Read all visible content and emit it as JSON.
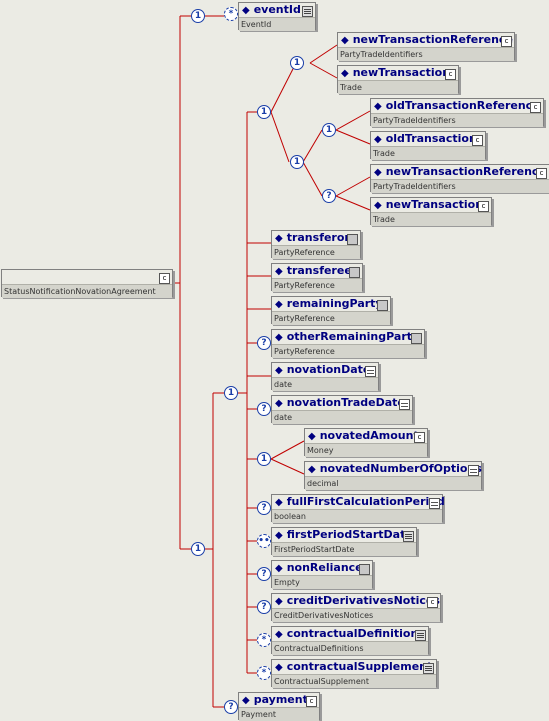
{
  "root": {
    "name": "StatusNotificationNovationAgreement",
    "badge": "c"
  },
  "connectors": {
    "seq": "1",
    "choice": "?",
    "all": "*",
    "opt_range": "0..",
    "dots": "••"
  },
  "nodes": [
    {
      "key": "eventId",
      "name": "eventId",
      "type": "EventId",
      "badge": "lines"
    },
    {
      "key": "newTransactionReference_a",
      "name": "newTransactionReference",
      "type": "PartyTradeIdentifiers",
      "badge": "c"
    },
    {
      "key": "newTransaction_a",
      "name": "newTransaction",
      "type": "Trade",
      "badge": "c"
    },
    {
      "key": "oldTransactionReference",
      "name": "oldTransactionReference",
      "type": "PartyTradeIdentifiers",
      "badge": "c"
    },
    {
      "key": "oldTransaction",
      "name": "oldTransaction",
      "type": "Trade",
      "badge": "c"
    },
    {
      "key": "newTransactionReference_b",
      "name": "newTransactionReference",
      "type": "PartyTradeIdentifiers",
      "badge": "c"
    },
    {
      "key": "newTransaction_b",
      "name": "newTransaction",
      "type": "Trade",
      "badge": "c"
    },
    {
      "key": "transferor",
      "name": "transferor",
      "type": "PartyReference",
      "badge": "simple"
    },
    {
      "key": "transferee",
      "name": "transferee",
      "type": "PartyReference",
      "badge": "simple"
    },
    {
      "key": "remainingParty",
      "name": "remainingParty",
      "type": "PartyReference",
      "badge": "simple"
    },
    {
      "key": "otherRemainingParty",
      "name": "otherRemainingParty",
      "type": "PartyReference",
      "badge": "simple"
    },
    {
      "key": "novationDate",
      "name": "novationDate",
      "type": "date",
      "badge": "grid"
    },
    {
      "key": "novationTradeDate",
      "name": "novationTradeDate",
      "type": "date",
      "badge": "grid"
    },
    {
      "key": "novatedAmount",
      "name": "novatedAmount",
      "type": "Money",
      "badge": "c"
    },
    {
      "key": "novatedNumberOfOptions",
      "name": "novatedNumberOfOptions",
      "type": "decimal",
      "badge": "grid"
    },
    {
      "key": "fullFirstCalculationPeriod",
      "name": "fullFirstCalculationPeriod",
      "type": "boolean",
      "badge": "grid"
    },
    {
      "key": "firstPeriodStartDate",
      "name": "firstPeriodStartDate",
      "type": "FirstPeriodStartDate",
      "badge": "lines"
    },
    {
      "key": "nonReliance",
      "name": "nonReliance",
      "type": "Empty",
      "badge": "simple"
    },
    {
      "key": "creditDerivativesNotices",
      "name": "creditDerivativesNotices",
      "type": "CreditDerivativesNotices",
      "badge": "c"
    },
    {
      "key": "contractualDefinitions",
      "name": "contractualDefinitions",
      "type": "ContractualDefinitions",
      "badge": "lines"
    },
    {
      "key": "contractualSupplement",
      "name": "contractualSupplement",
      "type": "ContractualSupplement",
      "badge": "lines"
    },
    {
      "key": "payment",
      "name": "payment",
      "type": "Payment",
      "badge": "c"
    }
  ],
  "colors": {
    "wire": "#c00000",
    "bg": "#ebebe4",
    "connector": "#1a3ea8",
    "name": "#000080"
  }
}
